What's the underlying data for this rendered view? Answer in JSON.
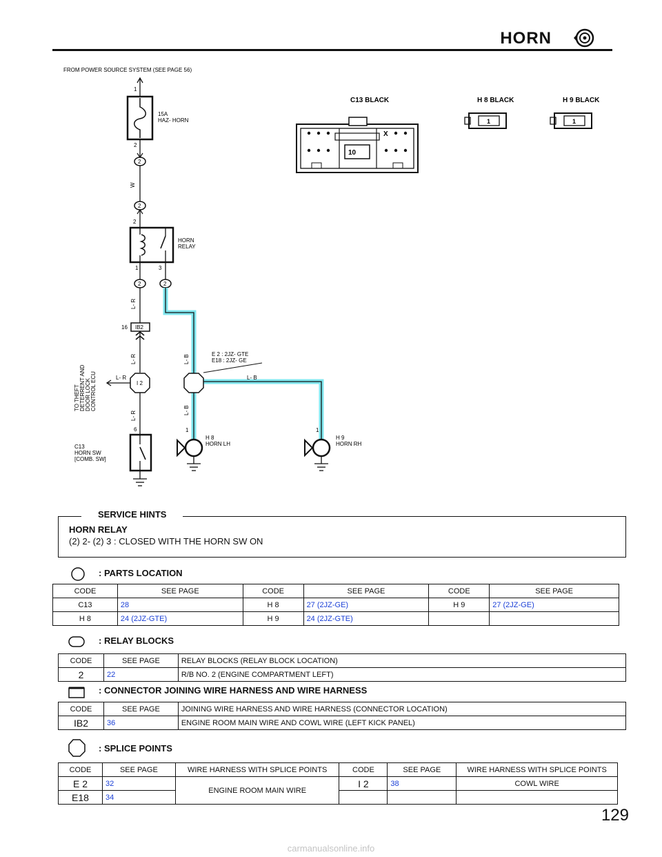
{
  "header": {
    "title": "HORN"
  },
  "diagram": {
    "source_label": "FROM POWER SOURCE SYSTEM (SEE PAGE 56)",
    "fuse": {
      "pin_top": "1",
      "pin_bottom": "2",
      "label1": "15A",
      "label2": "HAZ- HORN"
    },
    "relay_block_code": "2",
    "wire_w": "W",
    "relay": {
      "pin_coil_top": "2",
      "label1": "HORN",
      "label2": "RELAY",
      "pin1": "1",
      "pin3": "3"
    },
    "wire_lr": "L- R",
    "wire_lb": "L- B",
    "connector_ib2": {
      "pin": "16",
      "code": "IB2"
    },
    "splice_i2": "I 2",
    "splice_e": {
      "label1": "E 2 : 2JZ- GTE",
      "label2": "E18 : 2JZ- GE"
    },
    "theft_label": [
      "TO THEFT",
      "DETERRENT AND",
      "DOOR LOCK",
      "CONTROL ECU"
    ],
    "horn_sw": {
      "pin": "6",
      "label1": "C13",
      "label2": "HORN SW",
      "label3": "[COMB.  SW]"
    },
    "horn_lh": {
      "pin": "1",
      "label1": "H 8",
      "label2": "HORN LH"
    },
    "horn_rh": {
      "pin": "1",
      "label1": "H 9",
      "label2": "HORN RH"
    },
    "connector_c13": {
      "title": "C13  BLACK",
      "x": "X",
      "num": "10"
    },
    "connector_h8": {
      "title": "H 8  BLACK",
      "num": "1"
    },
    "connector_h9": {
      "title": "H 9  BLACK",
      "num": "1"
    }
  },
  "service_hints": {
    "caption": "SERVICE HINTS",
    "relay_title": "HORN  RELAY",
    "line": "(2)  2-  (2) 3 : CLOSED WITH THE HORN SW ON"
  },
  "parts_location": {
    "heading": ": PARTS LOCATION",
    "headers": [
      "CODE",
      "SEE PAGE",
      "CODE",
      "SEE PAGE",
      "CODE",
      "SEE PAGE"
    ],
    "row1": [
      "C13",
      "28",
      "H 8",
      "27  (2JZ-GE)",
      "H 9",
      "27  (2JZ-GE)"
    ],
    "row2": [
      "H 8",
      "24  (2JZ-GTE)",
      "H 9",
      "24  (2JZ-GTE)",
      "",
      ""
    ]
  },
  "relay_blocks": {
    "heading": ": RELAY BLOCKS",
    "headers": [
      "CODE",
      "SEE PAGE",
      "RELAY BLOCKS (RELAY BLOCK LOCATION)"
    ],
    "row1": [
      "2",
      "22",
      "R/B NO. 2 (ENGINE COMPARTMENT LEFT)"
    ]
  },
  "connector_joining": {
    "heading": ": CONNECTOR JOINING WIRE HARNESS AND WIRE HARNESS",
    "headers": [
      "CODE",
      "SEE PAGE",
      "JOINING WIRE HARNESS AND WIRE HARNESS (CONNECTOR LOCATION)"
    ],
    "row1": [
      "IB2",
      "36",
      "ENGINE ROOM MAIN WIRE AND COWL WIRE (LEFT KICK PANEL)"
    ]
  },
  "splice_points": {
    "heading": ": SPLICE POINTS",
    "headers": [
      "CODE",
      "SEE PAGE",
      "WIRE HARNESS WITH SPLICE POINTS",
      "CODE",
      "SEE PAGE",
      "WIRE HARNESS WITH SPLICE POINTS"
    ],
    "row1": [
      "E 2",
      "32",
      "ENGINE ROOM MAIN WIRE",
      "I 2",
      "38",
      "COWL WIRE"
    ],
    "row2": [
      "E18",
      "34"
    ]
  },
  "page_number": "129",
  "watermark": "carmanualsonline.info"
}
